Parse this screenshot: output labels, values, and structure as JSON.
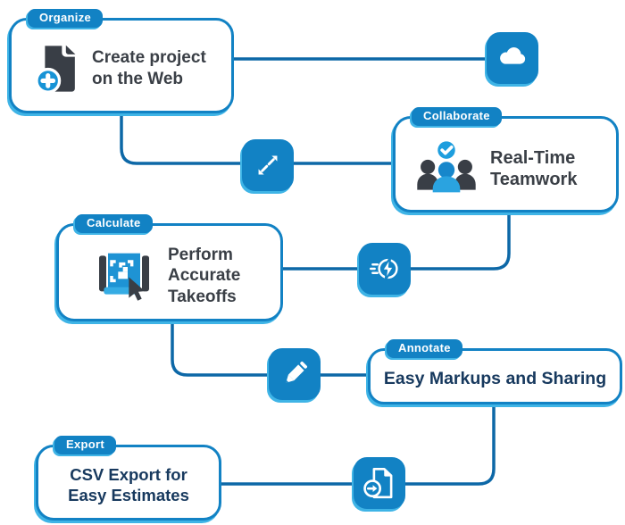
{
  "palette": {
    "primary_blue": "#1282c4",
    "accent_light_blue": "#3fb4e6",
    "connector_blue": "#0d68a7",
    "badge_blue": "#1e9ede",
    "charcoal_text": "#3a3f46",
    "navy_text": "#17395e",
    "dark_icon": "#393e46"
  },
  "steps": [
    {
      "tag": "Organize",
      "lines": [
        "Create project",
        "on the Web"
      ],
      "icon": "new-document-icon"
    },
    {
      "tag": "Collaborate",
      "lines": [
        "Real-Time",
        "Teamwork"
      ],
      "icon": "team-check-icon"
    },
    {
      "tag": "Calculate",
      "lines": [
        "Perform",
        "Accurate",
        "Takeoffs"
      ],
      "icon": "takeoff-blueprint-icon"
    },
    {
      "tag": "Annotate",
      "lines": [
        "Easy Markups and Sharing"
      ]
    },
    {
      "tag": "Export",
      "lines": [
        "CSV Export for",
        "Easy Estimates"
      ]
    }
  ],
  "connector_badges": [
    {
      "icon": "cloud-icon"
    },
    {
      "icon": "expand-arrows-icon"
    },
    {
      "icon": "speed-bolt-icon"
    },
    {
      "icon": "pencil-icon"
    },
    {
      "icon": "export-document-icon"
    }
  ]
}
